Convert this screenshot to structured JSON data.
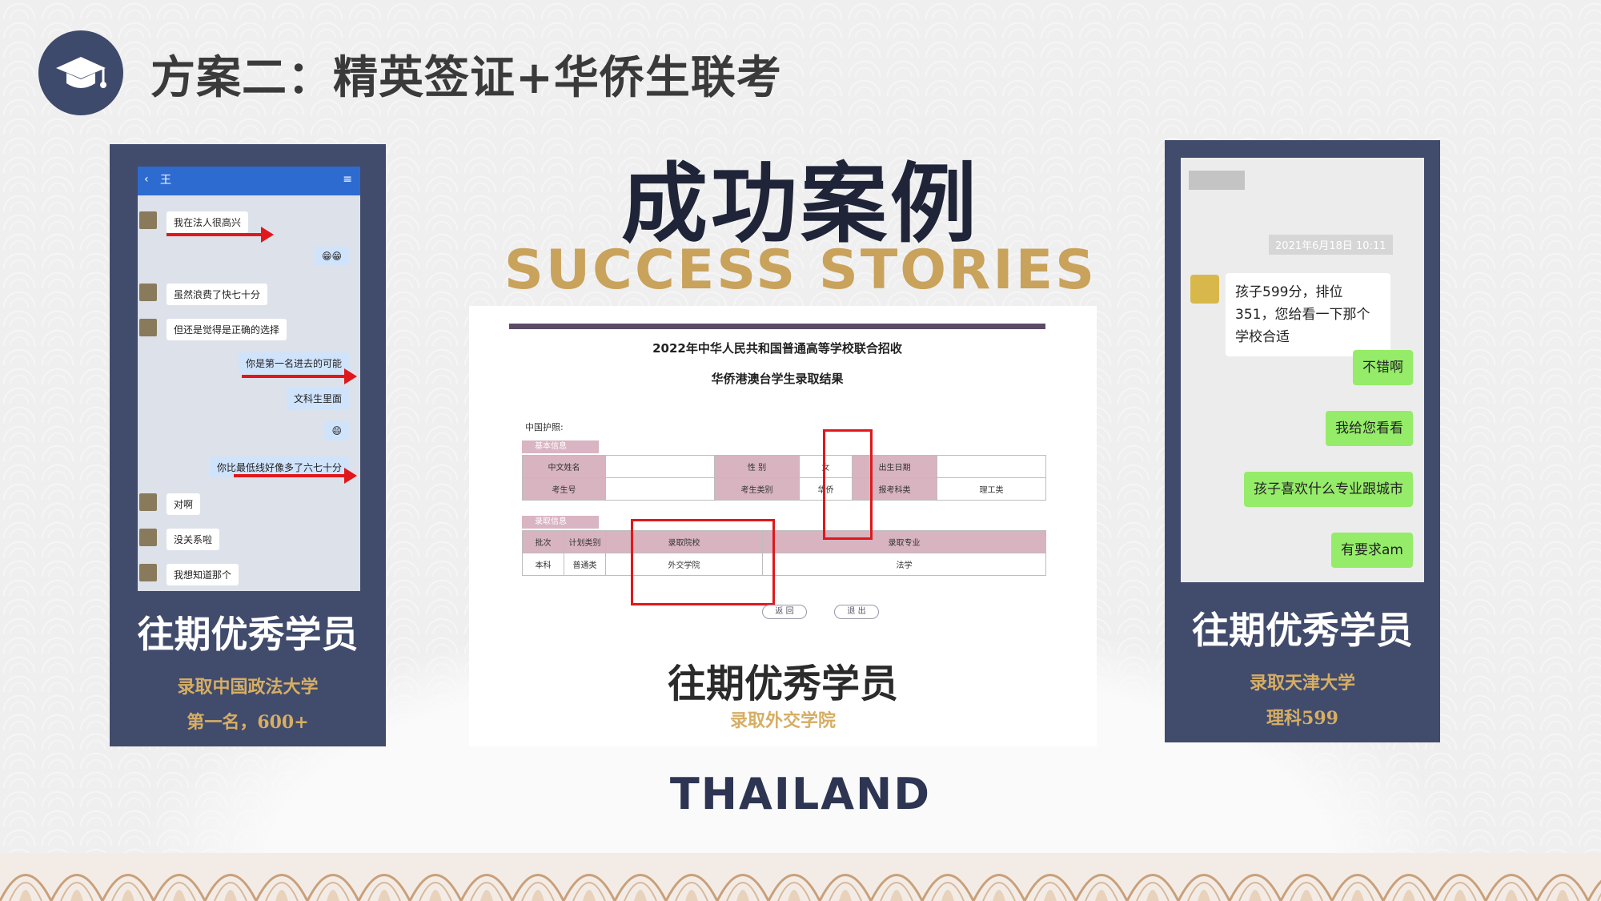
{
  "header": {
    "title": "方案二：精英签证+华侨生联考",
    "icon": "graduation-cap-icon"
  },
  "main": {
    "title": "成功案例",
    "subtitle": "SUCCESS STORIES"
  },
  "left_card": {
    "name": "往期优秀学员",
    "line1": "录取中国政法大学",
    "line2": "第一名，600+",
    "chat": {
      "header_name": "王",
      "messages": [
        {
          "text": "我在法人很高兴",
          "from": "other"
        },
        {
          "text": "😁😁",
          "from": "me"
        },
        {
          "text": "虽然浪费了快七十分",
          "from": "other"
        },
        {
          "text": "但还是觉得是正确的选择",
          "from": "other"
        },
        {
          "text": "你是第一名进去的可能",
          "from": "me"
        },
        {
          "text": "文科生里面",
          "from": "me"
        },
        {
          "text": "😄",
          "from": "me"
        },
        {
          "text": "你比最低线好像多了六七十分",
          "from": "me"
        },
        {
          "text": "对啊",
          "from": "other"
        },
        {
          "text": "没关系啦",
          "from": "other"
        },
        {
          "text": "我想知道那个",
          "from": "other"
        }
      ]
    }
  },
  "center_card": {
    "name": "往期优秀学员",
    "line1": "录取外交学院",
    "doc": {
      "title1": "2022年中华人民共和国普通高等学校联合招收",
      "title2": "华侨港澳台学生录取结果",
      "passport_label": "中国护照:",
      "section1": "基本信息",
      "section2": "录取信息",
      "row1": [
        "中文姓名",
        "",
        "性 别",
        "女",
        "出生日期",
        ""
      ],
      "row2": [
        "考生号",
        "",
        "考生类别",
        "华侨",
        "报考科类",
        "理工类"
      ],
      "admit_headers": [
        "批次",
        "计划类别",
        "录取院校",
        "录取专业"
      ],
      "admit_values": [
        "本科",
        "普通类",
        "外交学院",
        "法学"
      ],
      "buttons": [
        "返 回",
        "退 出"
      ]
    }
  },
  "right_card": {
    "name": "往期优秀学员",
    "line1": "录取天津大学",
    "line2": "理科599",
    "chat": {
      "timestamp": "2021年6月18日 10:11",
      "incoming": "孩子599分，排位351，您给看一下那个学校合适",
      "replies": [
        "不错啊",
        "我给您看看",
        "孩子喜欢什么专业跟城市",
        "有要求am"
      ]
    }
  },
  "footer": {
    "country": "THAILAND"
  },
  "colors": {
    "navy": "#414b6c",
    "gold": "#c9a25b",
    "red": "#e0181b"
  }
}
